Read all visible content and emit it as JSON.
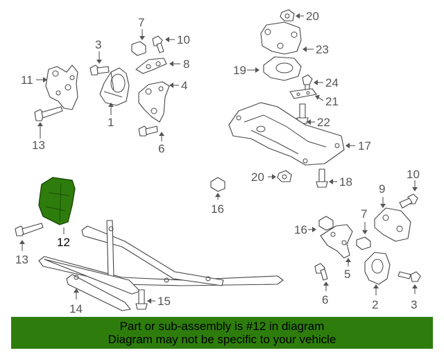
{
  "callouts": {
    "c1": "1",
    "c2": "2",
    "c3a": "3",
    "c3b": "3",
    "c4": "4",
    "c5": "5",
    "c6a": "6",
    "c6b": "6",
    "c7a": "7",
    "c7b": "7",
    "c8": "8",
    "c9": "9",
    "c10a": "10",
    "c10b": "10",
    "c11": "11",
    "c12": "12",
    "c13a": "13",
    "c13b": "13",
    "c14": "14",
    "c15": "15",
    "c16a": "16",
    "c16b": "16",
    "c17": "17",
    "c18": "18",
    "c19": "19",
    "c20a": "20",
    "c20b": "20",
    "c21": "21",
    "c22": "22",
    "c23": "23",
    "c24": "24"
  },
  "highlight": {
    "part_number": "12",
    "color": "#2e7d0c"
  },
  "banner": {
    "line1": "Part or sub-assembly is #12 in diagram",
    "line2": "Diagram may not be specific to your vehicle",
    "background": "#2e7d0c"
  }
}
